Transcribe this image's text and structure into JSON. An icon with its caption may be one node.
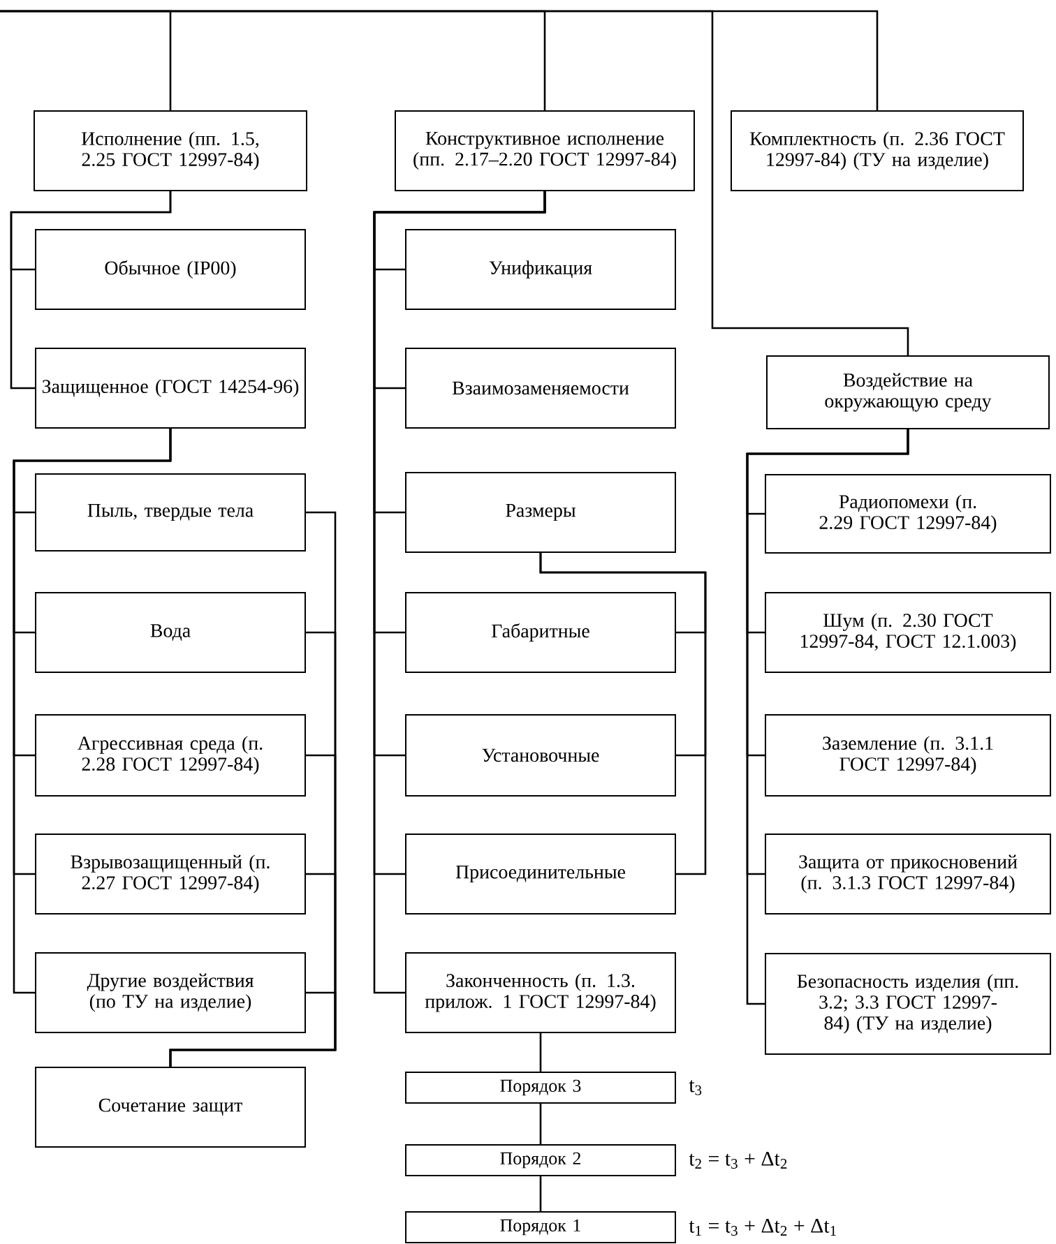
{
  "diagram": {
    "nodes": [
      {
        "text": [
          "Исполнение (пп. 1.5, 2.25 ГОСТ 12997-84)"
        ]
      },
      {
        "text": [
          "Обычное (IP00)"
        ]
      },
      {
        "text": [
          "Защищенное (ГОСТ 14254-96)"
        ]
      },
      {
        "text": [
          "Пыль, твердые тела"
        ]
      },
      {
        "text": [
          "Вода"
        ]
      },
      {
        "text": [
          "Агрессивная среда (п. 2.28 ГОСТ 12997-84)"
        ]
      },
      {
        "text": [
          "Взрывозащищенный (п. 2.27 ГОСТ 12997-84)"
        ]
      },
      {
        "text": [
          "Другие воздействия (по ТУ на изделие)"
        ]
      },
      {
        "text": [
          "Сочетание защит"
        ]
      },
      {
        "text": [
          "Конструктивное исполнение (пп. 2.17–2.20 ГОСТ 12997-84)"
        ]
      },
      {
        "text": [
          "Унификация"
        ]
      },
      {
        "text": [
          "Взаимозаменяемости"
        ]
      },
      {
        "text": [
          "Размеры"
        ]
      },
      {
        "text": [
          "Габаритные"
        ]
      },
      {
        "text": [
          "Установочные"
        ]
      },
      {
        "text": [
          "Присоединительные"
        ]
      },
      {
        "text": [
          "Законченность (п. 1.3. прилож. 1 ГОСТ 12997-84)"
        ]
      },
      {
        "text": [
          "Порядок 3"
        ],
        "beside": [
          "t$_{3}$"
        ]
      },
      {
        "text": [
          "Порядок 2"
        ],
        "beside": [
          "t$_{2}$ = t$_{3}$ + Δt$_{2}$"
        ]
      },
      {
        "text": [
          "Порядок 1"
        ],
        "beside": [
          "t$_{1}$ = t$_{3}$ + Δt$_{2}$ + Δt$_{1}$"
        ]
      },
      {
        "text": [
          "Комплектность (п. 2.36 ГОСТ 12997-84) (ТУ на изделие)"
        ]
      },
      {
        "text": [
          "Воздействие на окружающую среду"
        ]
      },
      {
        "text": [
          "Радиопомехи (п. 2.29 ГОСТ 12997-84)"
        ]
      },
      {
        "text": [
          "Шум (п. 2.30 ГОСТ 12997-84, ГОСТ 12.1.003)"
        ]
      },
      {
        "text": [
          "Заземление (п. 3.1.1 ГОСТ 12997-84)"
        ]
      },
      {
        "text": [
          "Защита от прикосновений (п. 3.1.3 ГОСТ 12997-84)"
        ]
      },
      {
        "text": [
          "Безопасность изделия (пп. 3.2; 3.3 ГОСТ 12997-84) (ТУ на изделие)"
        ]
      }
    ],
    "edges": [
      {
        "from": null,
        "to": 0,
        "arrow": "none"
      },
      {
        "from": null,
        "to": 9,
        "arrow": "none"
      },
      {
        "from": null,
        "to": 21,
        "arrow": "none"
      },
      {
        "from": null,
        "to": 20,
        "arrow": "none"
      },
      {
        "from": 0,
        "to": 1,
        "arrow": "none"
      },
      {
        "from": 0,
        "to": 2,
        "arrow": "none"
      },
      {
        "from": 2,
        "to": 3,
        "arrow": "none"
      },
      {
        "from": 2,
        "to": 4,
        "arrow": "none"
      },
      {
        "from": 2,
        "to": 5,
        "arrow": "none"
      },
      {
        "from": 2,
        "to": 6,
        "arrow": "none"
      },
      {
        "from": 2,
        "to": 7,
        "arrow": "none"
      },
      {
        "from": 3,
        "to": 8,
        "arrow": "none"
      },
      {
        "from": 4,
        "to": 8,
        "arrow": "none"
      },
      {
        "from": 5,
        "to": 8,
        "arrow": "none"
      },
      {
        "from": 6,
        "to": 8,
        "arrow": "none"
      },
      {
        "from": 7,
        "to": 8,
        "arrow": "none"
      },
      {
        "from": 9,
        "to": 10,
        "arrow": "none"
      },
      {
        "from": 9,
        "to": 11,
        "arrow": "none"
      },
      {
        "from": 9,
        "to": 12,
        "arrow": "none"
      },
      {
        "from": 9,
        "to": 13,
        "arrow": "none"
      },
      {
        "from": 9,
        "to": 14,
        "arrow": "none"
      },
      {
        "from": 9,
        "to": 15,
        "arrow": "none"
      },
      {
        "from": 9,
        "to": 16,
        "arrow": "none"
      },
      {
        "from": 12,
        "to": 13,
        "arrow": "none"
      },
      {
        "from": 12,
        "to": 14,
        "arrow": "none"
      },
      {
        "from": 12,
        "to": 15,
        "arrow": "none"
      },
      {
        "from": 16,
        "to": 17,
        "arrow": "none"
      },
      {
        "from": 17,
        "to": 18,
        "arrow": "none"
      },
      {
        "from": 18,
        "to": 19,
        "arrow": "none"
      },
      {
        "from": 21,
        "to": 22,
        "arrow": "none"
      },
      {
        "from": 21,
        "to": 23,
        "arrow": "none"
      },
      {
        "from": 21,
        "to": 24,
        "arrow": "none"
      },
      {
        "from": 21,
        "to": 25,
        "arrow": "none"
      },
      {
        "from": 21,
        "to": 26,
        "arrow": "none"
      }
    ]
  }
}
